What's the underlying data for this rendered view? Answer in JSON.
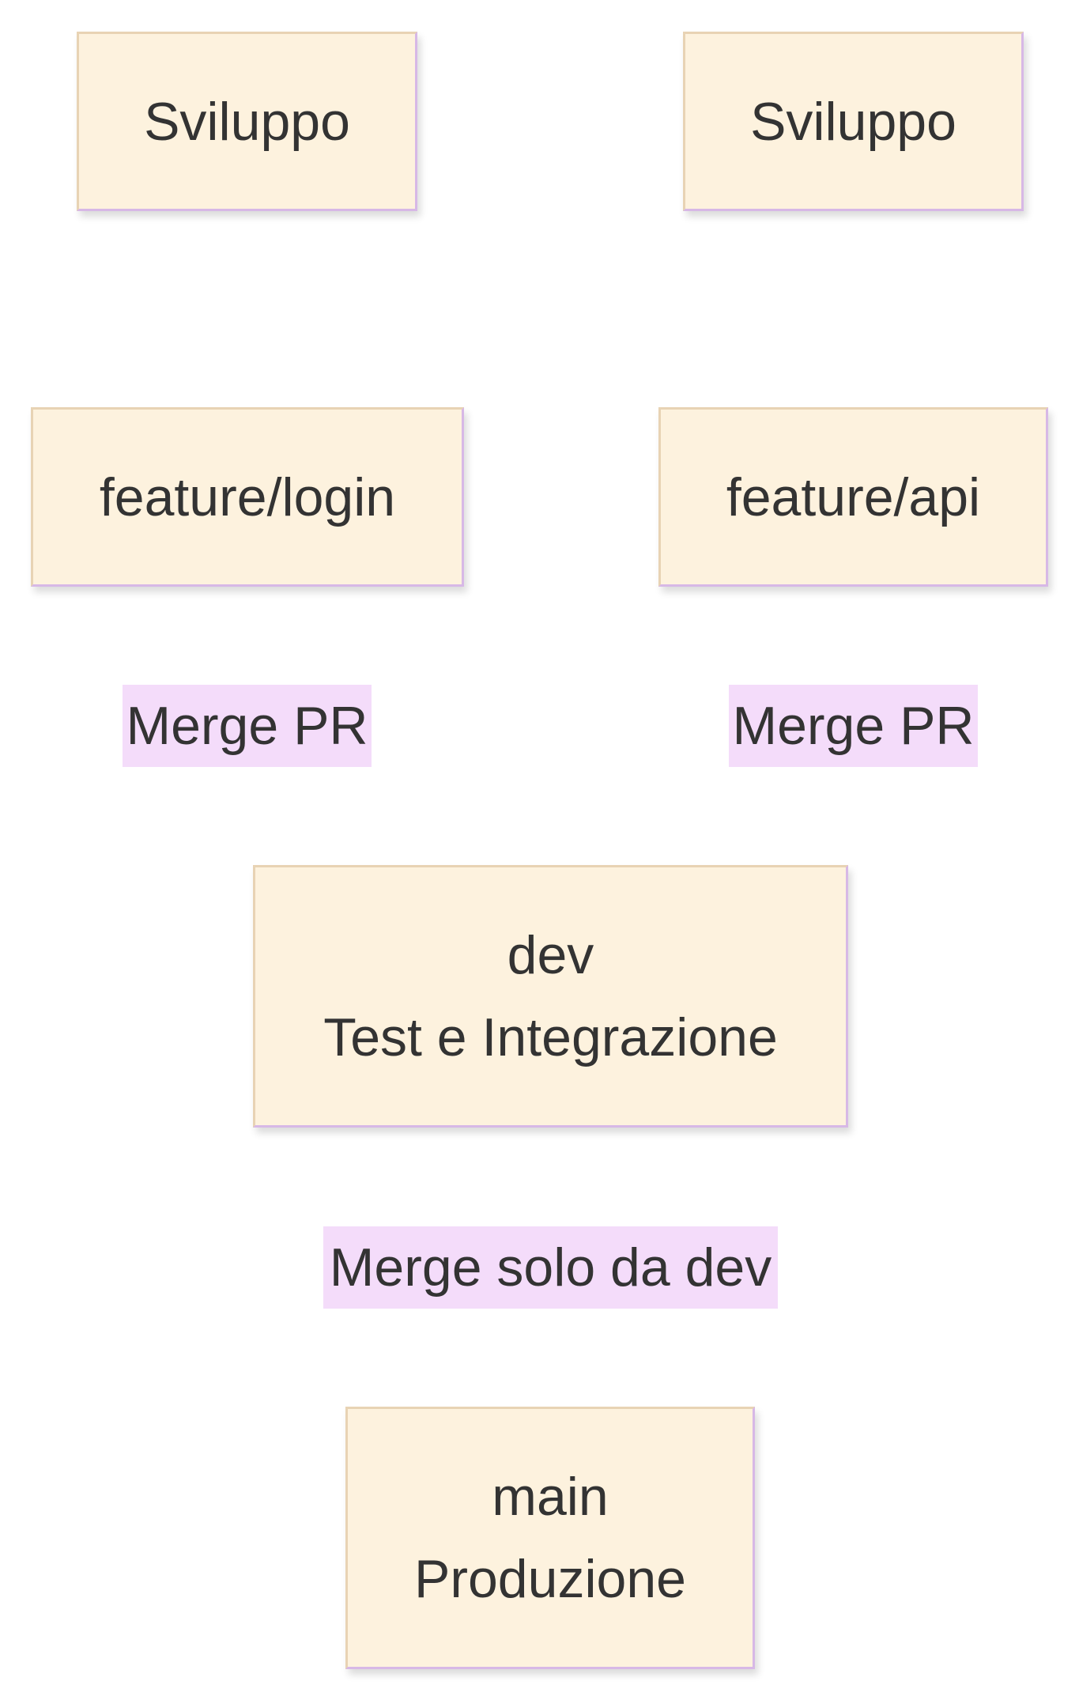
{
  "diagram": {
    "nodes": {
      "sviluppo_left": {
        "label": "Sviluppo"
      },
      "sviluppo_right": {
        "label": "Sviluppo"
      },
      "feature_login": {
        "label": "feature/login"
      },
      "feature_api": {
        "label": "feature/api"
      },
      "dev": {
        "line1": "dev",
        "line2": "Test e Integrazione"
      },
      "main": {
        "line1": "main",
        "line2": "Produzione"
      }
    },
    "edge_labels": {
      "merge_login": "Merge PR",
      "merge_api": "Merge PR",
      "merge_dev": "Merge solo da dev"
    },
    "colors": {
      "node_fill": "#fdf2de",
      "node_border": "#e8d3b4",
      "node_border_accent": "#d7b8e6",
      "edge_label_fill": "#f4dcfa",
      "text": "#333333"
    }
  }
}
